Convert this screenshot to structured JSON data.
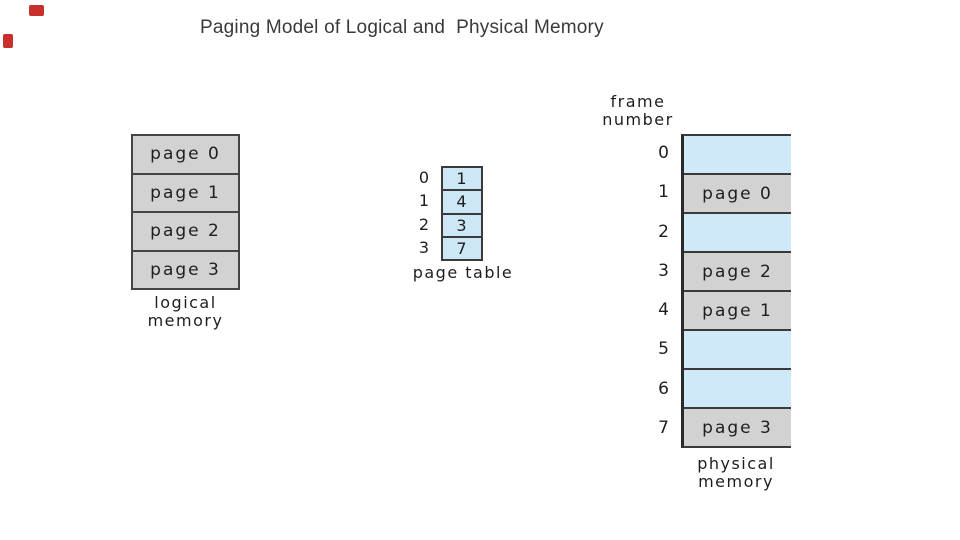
{
  "slide": {
    "title": "Paging Model of Logical and  Physical Memory"
  },
  "logical_memory": {
    "pages": [
      "page 0",
      "page 1",
      "page 2",
      "page 3"
    ],
    "label_lines": [
      "logical",
      "memory"
    ]
  },
  "page_table": {
    "entries": [
      {
        "index": "0",
        "value": "1"
      },
      {
        "index": "1",
        "value": "4"
      },
      {
        "index": "2",
        "value": "3"
      },
      {
        "index": "3",
        "value": "7"
      }
    ],
    "label": "page table"
  },
  "physical_memory": {
    "header_lines": [
      "frame",
      "number"
    ],
    "frames": [
      {
        "number": "0",
        "content": ""
      },
      {
        "number": "1",
        "content": "page 0"
      },
      {
        "number": "2",
        "content": ""
      },
      {
        "number": "3",
        "content": "page 2"
      },
      {
        "number": "4",
        "content": "page 1"
      },
      {
        "number": "5",
        "content": ""
      },
      {
        "number": "6",
        "content": ""
      },
      {
        "number": "7",
        "content": "page 3"
      }
    ],
    "label_lines": [
      "physical",
      "memory"
    ]
  },
  "colors": {
    "cell_gray": "#d2d2d2",
    "cell_blue": "#cfe9f9",
    "border_dark": "#3a3a3a",
    "title_text": "#3a3a3a",
    "marker_red": "#c9302c"
  }
}
